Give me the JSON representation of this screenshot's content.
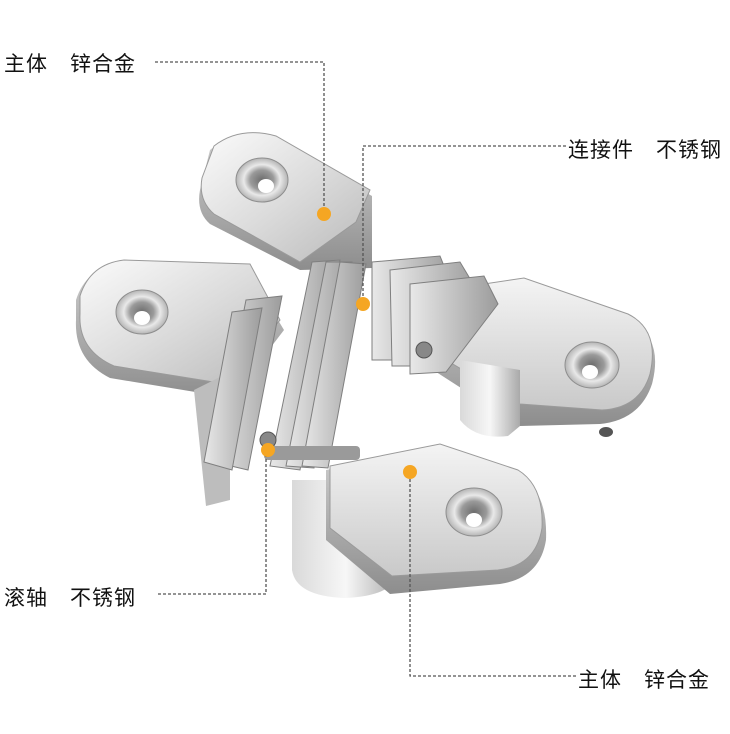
{
  "callouts": [
    {
      "part": "主体",
      "material": "锌合金"
    },
    {
      "part": "连接件",
      "material": "不锈钢"
    },
    {
      "part": "滚轴",
      "material": "不锈钢"
    },
    {
      "part": "主体",
      "material": "锌合金"
    }
  ],
  "colors": {
    "leader_line": "#555555",
    "marker_dot": "#f5a623",
    "metal_light": "#f2f2f2",
    "metal_mid": "#c8c8c8",
    "metal_dark": "#8a8a8a"
  }
}
